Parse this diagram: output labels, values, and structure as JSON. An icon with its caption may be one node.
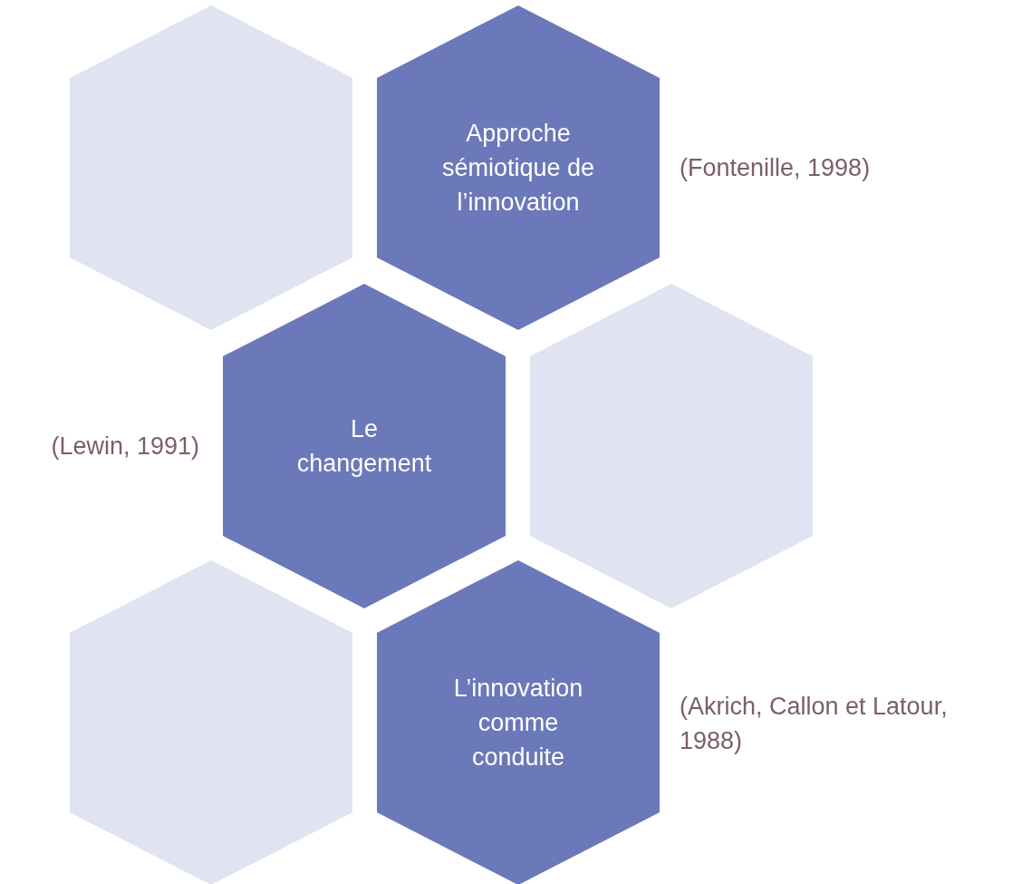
{
  "diagram": {
    "nodes": [
      {
        "text": [],
        "shape": "hexagon"
      },
      {
        "text": [
          "Approche sémiotique de l’innovation"
        ],
        "beside": [
          "(Fontenille, 1998)"
        ]
      },
      {
        "text": [
          "Le changement"
        ],
        "beside": [
          "(Lewin, 1991)"
        ]
      },
      {
        "text": [],
        "shape": "hexagon"
      },
      {
        "text": [],
        "shape": "hexagon"
      },
      {
        "text": [
          "L’innovation comme conduite"
        ],
        "beside": [
          "(Akrich, Callon et Latour, 1988)"
        ]
      }
    ]
  }
}
